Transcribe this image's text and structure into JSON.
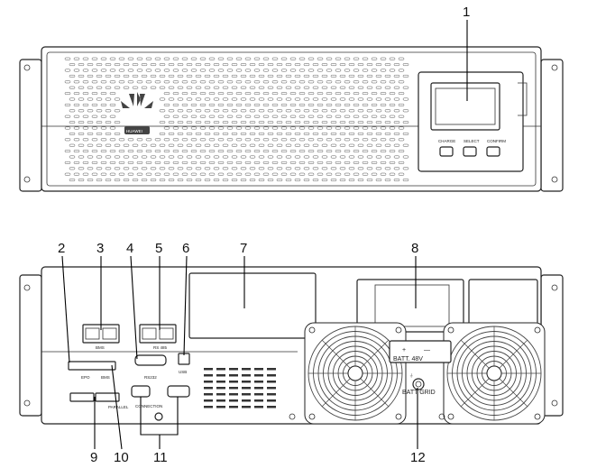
{
  "front_panel": {
    "brand": "HUAWEI",
    "buttons": [
      "CHARGE",
      "SELECT",
      "CONFIRM"
    ]
  },
  "rear_panel": {
    "port_labels": {
      "rs485_top": "BMS",
      "rs485_right": "RS 485",
      "usb": "USB",
      "rs232": "RS232",
      "epo": "EPO",
      "bms": "BMS",
      "parallel": "PARALLEL",
      "intelligent_card": "CONNECTION"
    },
    "battery_label": "BATT. 48V",
    "battery_grid_label": "BATT GRID",
    "plus_sign": "+",
    "minus_sign": "—"
  },
  "callouts": [
    "1",
    "2",
    "3",
    "4",
    "5",
    "6",
    "7",
    "8",
    "9",
    "10",
    "11",
    "12"
  ]
}
